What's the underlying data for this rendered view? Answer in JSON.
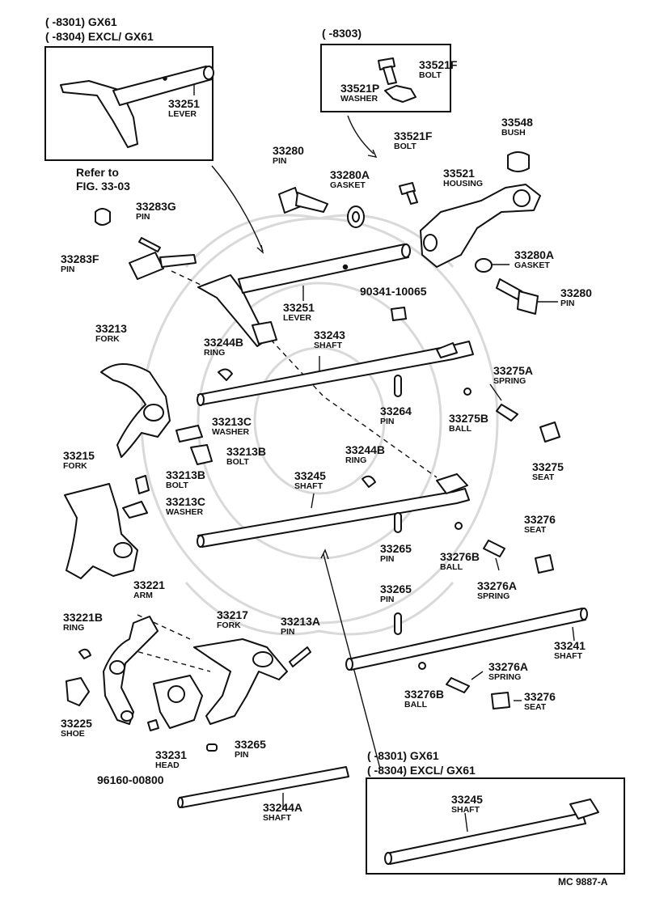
{
  "diagram": {
    "header_top_left": [
      "(      -8301) GX61",
      "(      -8304) EXCL/ GX61"
    ],
    "header_top_box": "(      -8303)",
    "header_bottom_box": [
      "(      -8301) GX61",
      "(      -8304) EXCL/ GX61"
    ],
    "refer_note": [
      "Refer to",
      "FIG. 33-03"
    ],
    "code": "MC  9887-A",
    "labels": [
      {
        "id": "lever-inset",
        "number": "33251",
        "name": "LEVER"
      },
      {
        "id": "bolt-inset",
        "number": "33521F",
        "name": "BOLT"
      },
      {
        "id": "washer-inset",
        "number": "33521P",
        "name": "WASHER"
      },
      {
        "id": "pin-33283g",
        "number": "33283G",
        "name": "PIN"
      },
      {
        "id": "pin-33283f",
        "number": "33283F",
        "name": "PIN"
      },
      {
        "id": "pin-33280-top",
        "number": "33280",
        "name": "PIN"
      },
      {
        "id": "gasket-33280a-top",
        "number": "33280A",
        "name": "GASKET"
      },
      {
        "id": "bolt-33521f",
        "number": "33521F",
        "name": "BOLT"
      },
      {
        "id": "bush-33548",
        "number": "33548",
        "name": "BUSH"
      },
      {
        "id": "housing-33521",
        "number": "33521",
        "name": "HOUSING"
      },
      {
        "id": "gasket-33280a-right",
        "number": "33280A",
        "name": "GASKET"
      },
      {
        "id": "pin-33280-right",
        "number": "33280",
        "name": "PIN"
      },
      {
        "id": "bolt-90341",
        "number": "90341-10065",
        "name": ""
      },
      {
        "id": "lever-33251",
        "number": "33251",
        "name": "LEVER"
      },
      {
        "id": "fork-33213",
        "number": "33213",
        "name": "FORK"
      },
      {
        "id": "ring-33244b-top",
        "number": "33244B",
        "name": "RING"
      },
      {
        "id": "shaft-33243",
        "number": "33243",
        "name": "SHAFT"
      },
      {
        "id": "spring-33275a",
        "number": "33275A",
        "name": "SPRING"
      },
      {
        "id": "pin-33264",
        "number": "33264",
        "name": "PIN"
      },
      {
        "id": "ball-33275b",
        "number": "33275B",
        "name": "BALL"
      },
      {
        "id": "washer-33213c-top",
        "number": "33213C",
        "name": "WASHER"
      },
      {
        "id": "bolt-33213b-top",
        "number": "33213B",
        "name": "BOLT"
      },
      {
        "id": "seat-33275",
        "number": "33275",
        "name": "SEAT"
      },
      {
        "id": "fork-33215",
        "number": "33215",
        "name": "FORK"
      },
      {
        "id": "bolt-33213b-left",
        "number": "33213B",
        "name": "BOLT"
      },
      {
        "id": "washer-33213c-left",
        "number": "33213C",
        "name": "WASHER"
      },
      {
        "id": "ring-33244b-mid",
        "number": "33244B",
        "name": "RING"
      },
      {
        "id": "shaft-33245",
        "number": "33245",
        "name": "SHAFT"
      },
      {
        "id": "seat-33276-top",
        "number": "33276",
        "name": "SEAT"
      },
      {
        "id": "pin-33265-top",
        "number": "33265",
        "name": "PIN"
      },
      {
        "id": "ball-33276b-top",
        "number": "33276B",
        "name": "BALL"
      },
      {
        "id": "spring-33276a-top",
        "number": "33276A",
        "name": "SPRING"
      },
      {
        "id": "arm-33221",
        "number": "33221",
        "name": "ARM"
      },
      {
        "id": "pin-33265-mid",
        "number": "33265",
        "name": "PIN"
      },
      {
        "id": "ring-33221b",
        "number": "33221B",
        "name": "RING"
      },
      {
        "id": "fork-33217",
        "number": "33217",
        "name": "FORK"
      },
      {
        "id": "pin-33213a",
        "number": "33213A",
        "name": "PIN"
      },
      {
        "id": "shaft-33241",
        "number": "33241",
        "name": "SHAFT"
      },
      {
        "id": "spring-33276a-bot",
        "number": "33276A",
        "name": "SPRING"
      },
      {
        "id": "ball-33276b-bot",
        "number": "33276B",
        "name": "BALL"
      },
      {
        "id": "seat-33276-bot",
        "number": "33276",
        "name": "SEAT"
      },
      {
        "id": "shoe-33225",
        "number": "33225",
        "name": "SHOE"
      },
      {
        "id": "head-33231",
        "number": "33231",
        "name": "HEAD"
      },
      {
        "id": "pin-33265-bot",
        "number": "33265",
        "name": "PIN"
      },
      {
        "id": "bolt-96160",
        "number": "96160-00800",
        "name": ""
      },
      {
        "id": "shaft-33244a",
        "number": "33244A",
        "name": "SHAFT"
      },
      {
        "id": "shaft-33245-inset",
        "number": "33245",
        "name": "SHAFT"
      }
    ]
  }
}
